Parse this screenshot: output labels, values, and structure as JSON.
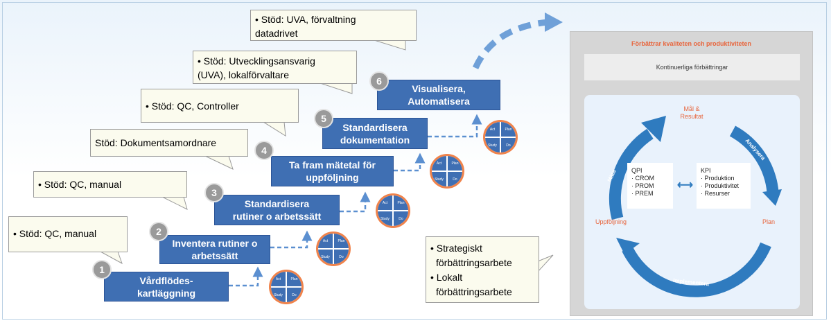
{
  "callouts": [
    {
      "id": "c6",
      "lines": [
        "• Stöd: UVA,  förvaltning",
        "datadrivet"
      ]
    },
    {
      "id": "c5",
      "lines": [
        "• Stöd: Utvecklingsansvarig",
        "(UVA), lokalförvaltare"
      ]
    },
    {
      "id": "c4",
      "lines": [
        "• Stöd: QC, Controller"
      ]
    },
    {
      "id": "c3",
      "lines": [
        "Stöd: Dokumentsamordnare"
      ]
    },
    {
      "id": "c2",
      "lines": [
        "• Stöd: QC, manual"
      ]
    },
    {
      "id": "c1",
      "lines": [
        "• Stöd: QC, manual"
      ]
    },
    {
      "id": "c7",
      "lines": [
        "• Strategiskt",
        "förbättringsarbete",
        "• Lokalt",
        "förbättringsarbete"
      ]
    }
  ],
  "steps": [
    {
      "number": "1",
      "lines": [
        "Vårdflödes-",
        "kartläggning"
      ]
    },
    {
      "number": "2",
      "lines": [
        "Inventera rutiner o",
        "arbetssätt"
      ]
    },
    {
      "number": "3",
      "lines": [
        "Standardisera",
        "rutiner o arbetssätt"
      ]
    },
    {
      "number": "4",
      "lines": [
        "Ta fram mätetal för",
        "uppföljning"
      ]
    },
    {
      "number": "5",
      "lines": [
        "Standardisera",
        "dokumentation"
      ]
    },
    {
      "number": "6",
      "lines": [
        "Visualisera,",
        "Automatisera"
      ]
    }
  ],
  "pdsa": {
    "act": "Act",
    "plan": "Plan",
    "study": "Study",
    "do": "Do"
  },
  "panel": {
    "title": "Förbättrar kvaliteten och produktiviteten",
    "bar": "Kontinuerliga förbättringar",
    "goal": [
      "Mål &",
      "Resultat"
    ],
    "plan": "Plan",
    "followup": "Uppföljning",
    "arrow_measure": "Mäta",
    "arrow_analyze": "Analysera",
    "arrow_implement": "Implementera",
    "qpi": [
      "QPI",
      "· CROM",
      "· PROM",
      "· PREM"
    ],
    "kpi": [
      "KPI",
      "· Produktion",
      "· Produktivitet",
      "· Resurser"
    ],
    "link_glyph": "⟷"
  },
  "colors": {
    "step": "#3f6fb3",
    "accent": "#e8643b",
    "arrow": "#2f7bbf",
    "dash": "#5b8fd0",
    "pdsa_ring": "#f0834b"
  }
}
